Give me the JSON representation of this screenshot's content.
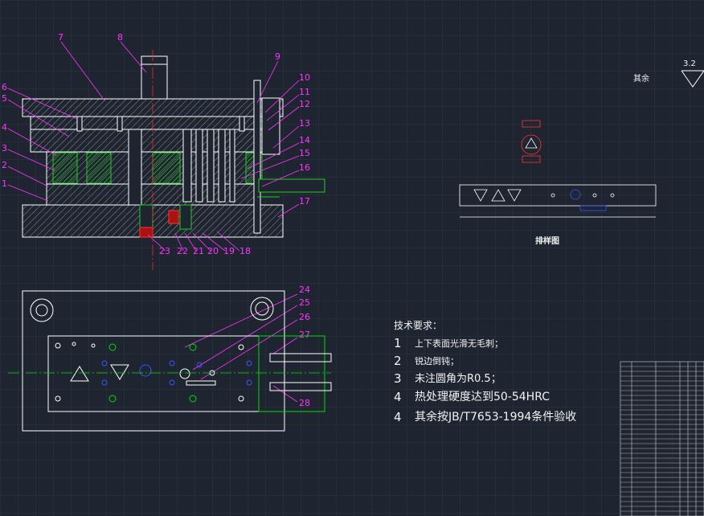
{
  "part_labels": [
    "1",
    "2",
    "3",
    "4",
    "5",
    "6",
    "7",
    "8",
    "9",
    "10",
    "11",
    "12",
    "13",
    "14",
    "15",
    "16",
    "17",
    "18",
    "19",
    "20",
    "21",
    "22",
    "23",
    "24",
    "25",
    "26",
    "27",
    "28"
  ],
  "strip_layout_title": "排样图",
  "surface_finish": {
    "value": "3.2",
    "label": "其余"
  },
  "tech_requirements": {
    "title": "技术要求：",
    "items": [
      {
        "num": "1",
        "text": "上下表面光滑无毛刺；"
      },
      {
        "num": "2",
        "text": "锐边倒钝；"
      },
      {
        "num": "3",
        "text": "未注圆角为R0.5；"
      },
      {
        "num": "4",
        "text": "热处理硬度达到50-54HRC"
      },
      {
        "num": "4",
        "text": "其余按JB/T7653-1994条件验收"
      }
    ]
  },
  "colors": {
    "background": "#1f2530",
    "grid": "#2c3340",
    "outline": "#ffffff",
    "leader": "#ff33ff",
    "spring": "#22bb22",
    "centerline": "#ff2222",
    "accent_green": "#00dd00",
    "accent_blue": "#3355ff"
  }
}
